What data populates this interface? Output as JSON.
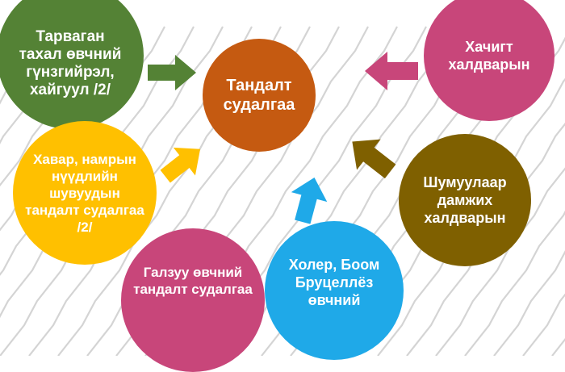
{
  "diagram": {
    "center": {
      "label": "Тандалт\nсудалгаа",
      "color": "#c55a11"
    },
    "nodes": [
      {
        "id": "tarbagan",
        "label": "Тарваган\nтахал өвчний\nгүнзгийрэл,\nхайгуул /2/",
        "color": "#548235"
      },
      {
        "id": "khachigt",
        "label": "Хачигт\nхалдварын",
        "color": "#c8467a"
      },
      {
        "id": "khavar",
        "label": "Хавар, намрын\nнүүдлийн\nшувуудын\nтандалт судалгаа\n/2/",
        "color": "#ffc000"
      },
      {
        "id": "shumuul",
        "label": "Шумуулаар\nдамжих\nхалдварын",
        "color": "#7f6000"
      },
      {
        "id": "galzuu",
        "label": "Галзуу өвчний\nтандалт судалгаа",
        "color": "#c8467a"
      },
      {
        "id": "kholer",
        "label": "Холер, Боом\nБруцеллёз\nөвчний",
        "color": "#1fa9e8"
      }
    ],
    "arrows": [
      {
        "id": "from-tarbagan",
        "color": "#548235"
      },
      {
        "id": "from-khachigt",
        "color": "#c8467a"
      },
      {
        "id": "from-khavar",
        "color": "#ffc000"
      },
      {
        "id": "from-shumuul",
        "color": "#7f6000"
      },
      {
        "id": "from-kholer",
        "color": "#1fa9e8"
      }
    ],
    "background_line_color": "#d4d4d4"
  }
}
